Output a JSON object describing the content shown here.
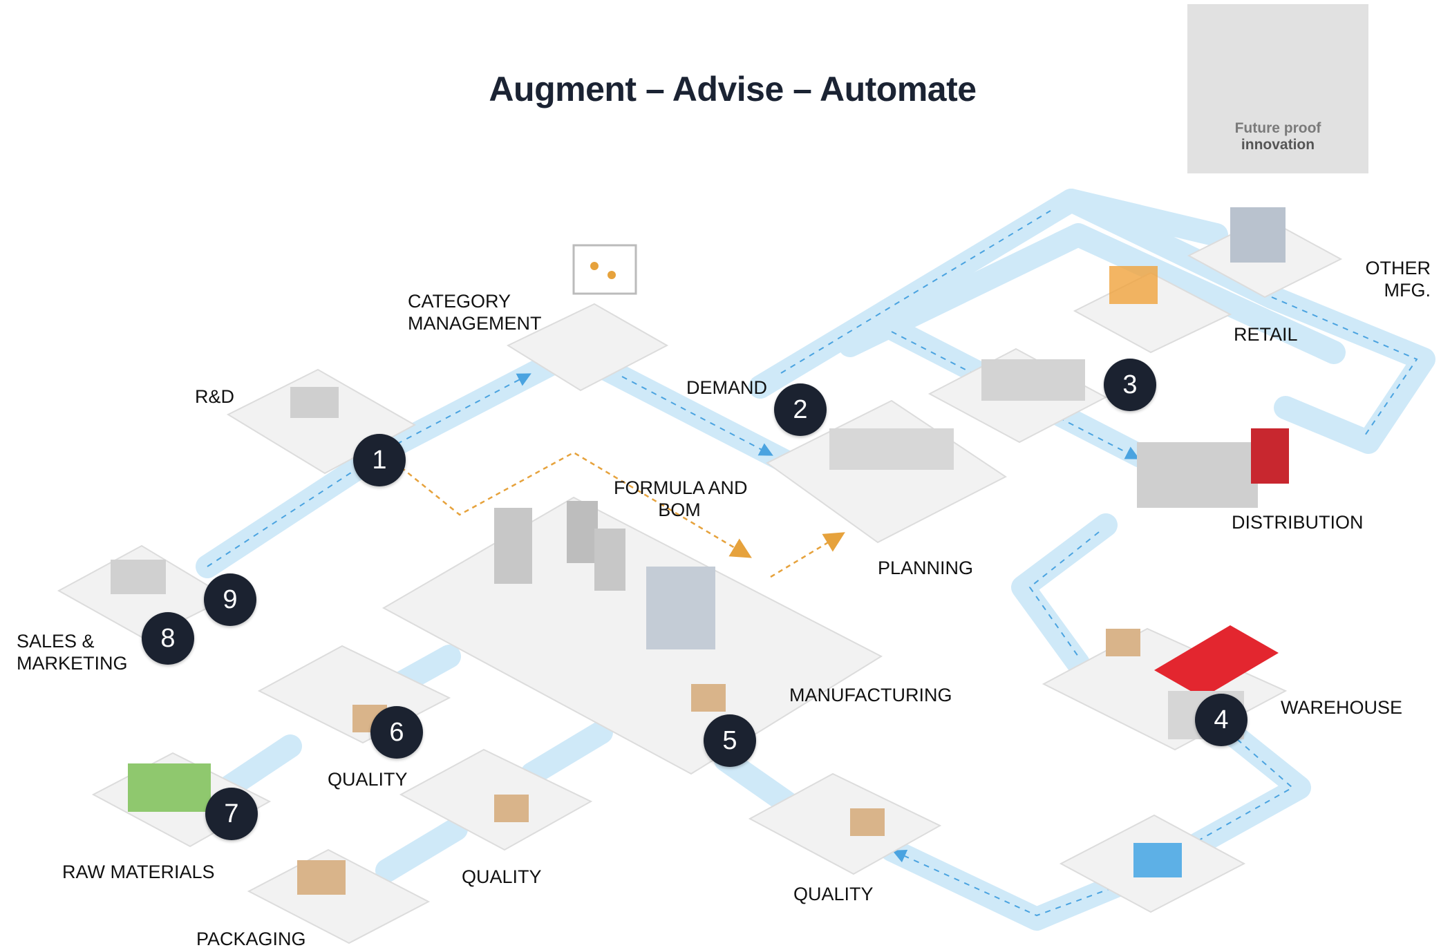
{
  "title": "Augment – Advise – Automate",
  "logo": {
    "line1": "Future proof",
    "line2": "innovation"
  },
  "colors": {
    "flow": "#cfe9f8",
    "flow_arrow": "#4aa3e0",
    "badge": "#1b2230",
    "dashed_link": "#e6a23c",
    "platform": "#f2f2f2",
    "logo_bg": "#e1e1e1",
    "logo_teal": "#3fc4cc"
  },
  "labels": {
    "category_management": [
      "CATEGORY",
      "MANAGEMENT"
    ],
    "rd": "R&D",
    "demand": "DEMAND",
    "planning": "PLANNING",
    "formula_bom": [
      "FORMULA AND",
      "BOM"
    ],
    "manufacturing": "MANUFACTURING",
    "retail": "RETAIL",
    "other_mfg": [
      "OTHER",
      "MFG."
    ],
    "distribution": "DISTRIBUTION",
    "warehouse": "WAREHOUSE",
    "sales_marketing": [
      "SALES &",
      "MARKETING"
    ],
    "quality_left": "QUALITY",
    "quality_mid": "QUALITY",
    "quality_right": "QUALITY",
    "raw_materials": "RAW MATERIALS",
    "packaging": "PACKAGING"
  },
  "badges": [
    "1",
    "2",
    "3",
    "4",
    "5",
    "6",
    "7",
    "8",
    "9"
  ]
}
